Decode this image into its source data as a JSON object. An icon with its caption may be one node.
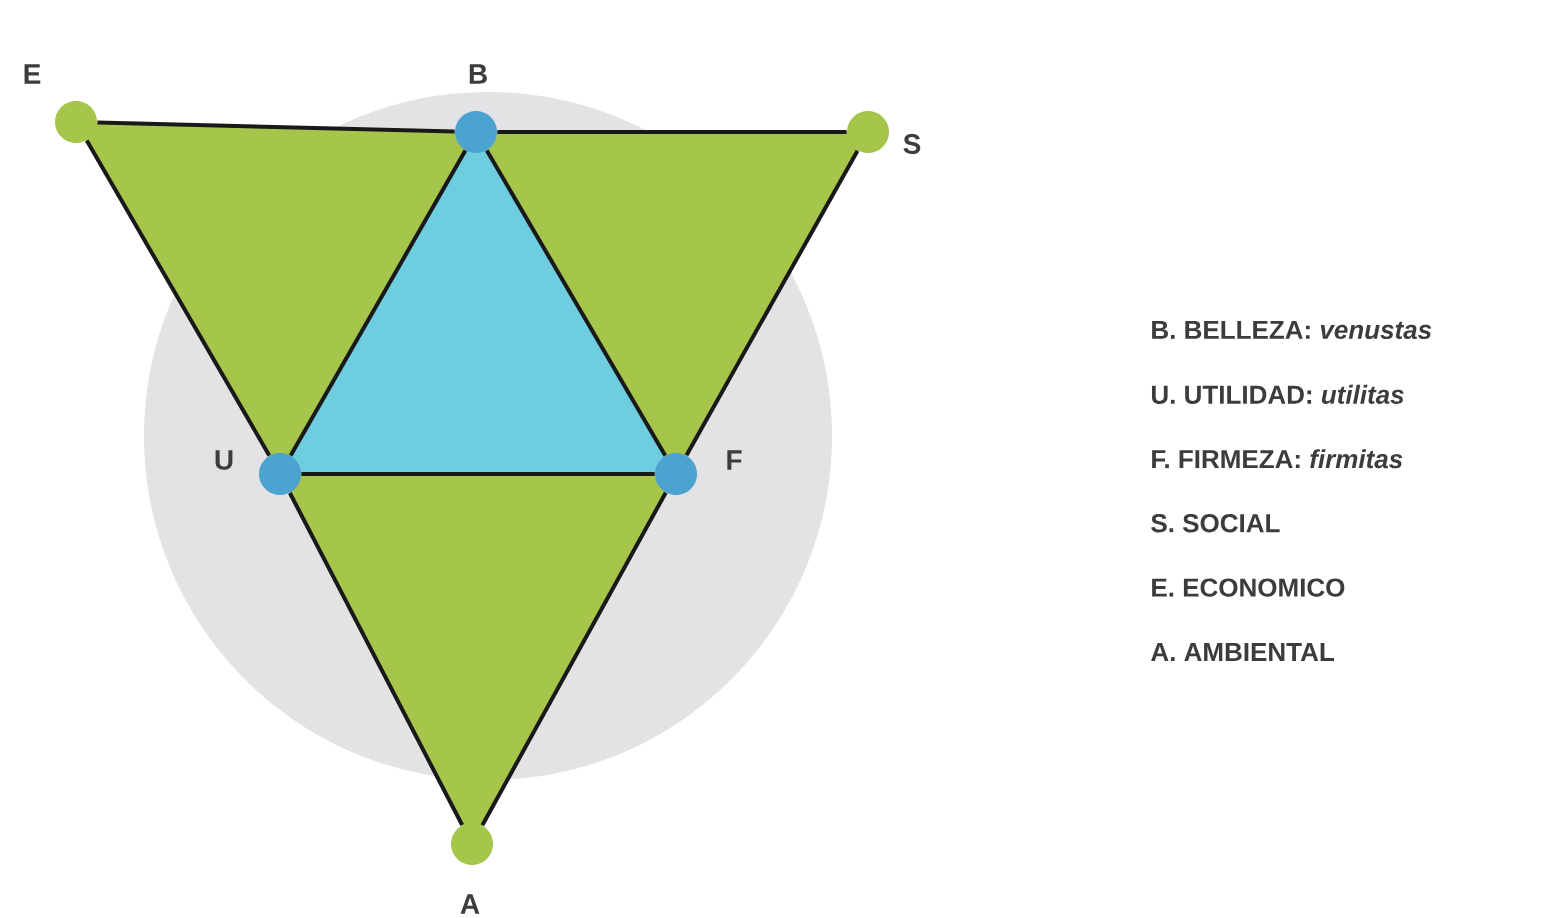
{
  "diagram": {
    "nodes": [
      {
        "text": [],
        "shape": "circle",
        "beside": [
          "E"
        ]
      },
      {
        "text": [],
        "shape": "circle",
        "beside": [
          "B"
        ]
      },
      {
        "text": [],
        "shape": "circle",
        "beside": [
          "S"
        ]
      },
      {
        "text": [],
        "shape": "circle",
        "beside": [
          "U"
        ]
      },
      {
        "text": [],
        "shape": "circle",
        "beside": [
          "F"
        ]
      },
      {
        "text": [],
        "shape": "circle",
        "beside": [
          "A"
        ]
      }
    ],
    "edges": [
      {
        "from": 0,
        "to": 1,
        "arrow": "none"
      },
      {
        "from": 1,
        "to": 2,
        "arrow": "none"
      },
      {
        "from": 0,
        "to": 3,
        "arrow": "none"
      },
      {
        "from": 3,
        "to": 5,
        "arrow": "none"
      },
      {
        "from": 2,
        "to": 4,
        "arrow": "none"
      },
      {
        "from": 4,
        "to": 5,
        "arrow": "none"
      },
      {
        "from": 1,
        "to": 3,
        "arrow": "none"
      },
      {
        "from": 3,
        "to": 4,
        "arrow": "none"
      },
      {
        "from": 4,
        "to": 1,
        "arrow": "none"
      }
    ],
    "labels": [
      "B. BELLEZA: *venustas*",
      "U. UTILIDAD: *utilitas*",
      "F. FIRMEZA: *firmitas*",
      "S. SOCIAL",
      "E. ECONOMICO",
      "A. AMBIENTAL"
    ]
  }
}
